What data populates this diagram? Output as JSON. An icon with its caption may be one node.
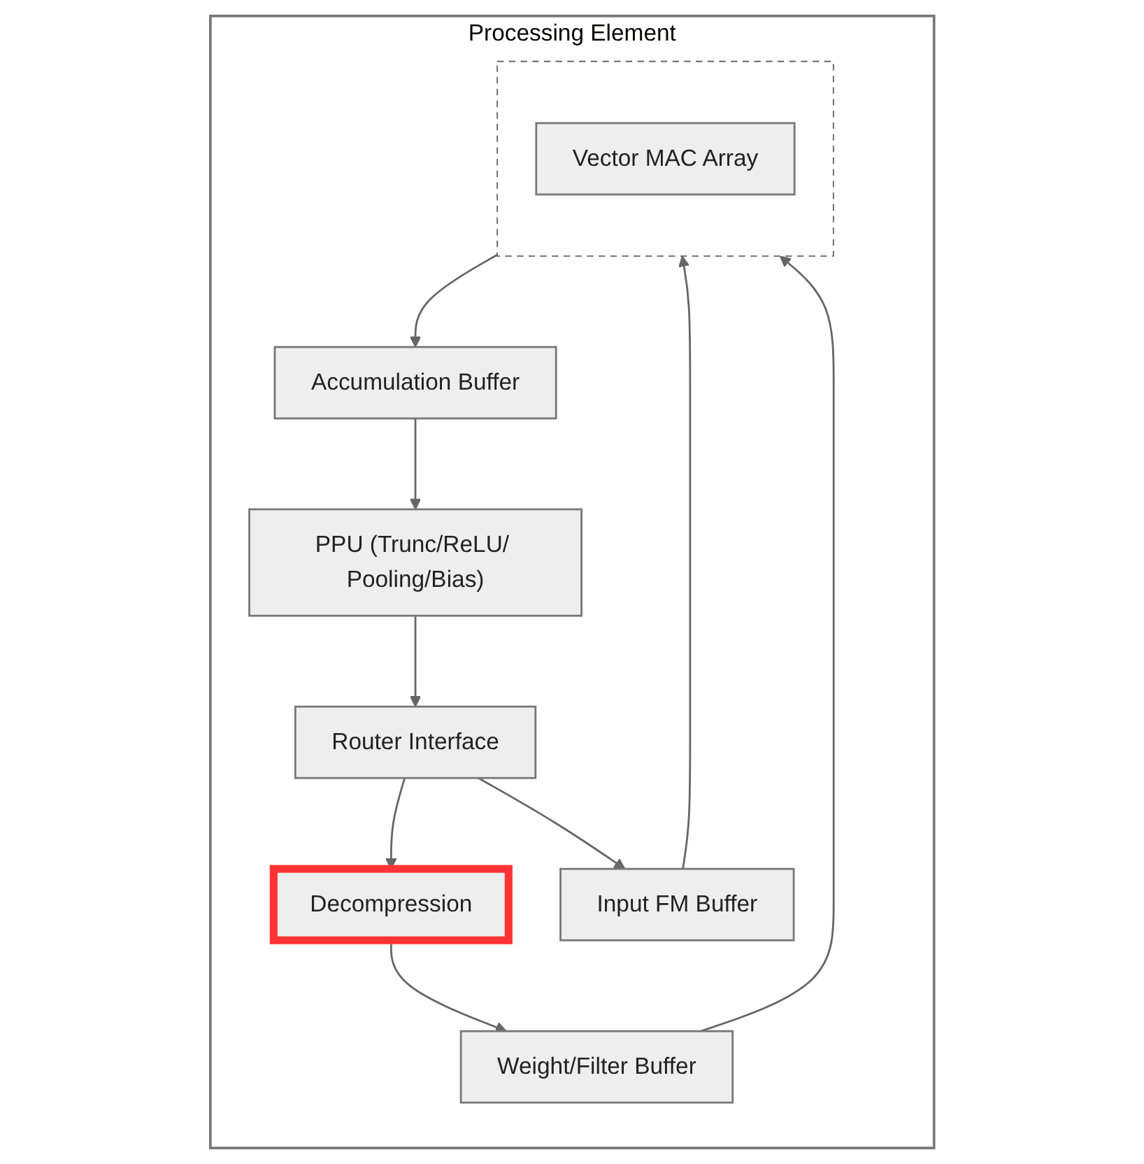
{
  "diagram": {
    "nodes": [
      {
        "text": [
          "Processing Element"
        ]
      },
      {
        "text": [
          "Router Interface"
        ],
        "in": 0
      },
      {
        "text": [
          "Decompression"
        ],
        "in": 0
      },
      {
        "text": [
          "Input FM Buffer"
        ],
        "in": 0
      },
      {
        "text": [
          "Weight/Filter Buffer"
        ],
        "in": 0
      },
      {
        "text": [],
        "shape": "box",
        "in": 0
      },
      {
        "text": [
          "Vector MAC Array"
        ],
        "in": 5
      },
      {
        "text": [
          "Accumulation Buffer"
        ],
        "in": 0
      },
      {
        "text": [
          "PPU (Trunc/ReLU/ Pooling/Bias)"
        ],
        "in": 0
      }
    ],
    "edges": [
      {
        "from": 1,
        "to": 2,
        "arrow": "to"
      },
      {
        "from": 1,
        "to": 3,
        "arrow": "to"
      },
      {
        "from": 2,
        "to": 4,
        "arrow": "to"
      },
      {
        "from": 4,
        "to": 5,
        "arrow": "to"
      },
      {
        "from": 3,
        "to": 5,
        "arrow": "to"
      },
      {
        "from": 5,
        "to": 7,
        "arrow": "to"
      },
      {
        "from": 7,
        "to": 8,
        "arrow": "to"
      },
      {
        "from": 8,
        "to": 1,
        "arrow": "to"
      }
    ]
  }
}
